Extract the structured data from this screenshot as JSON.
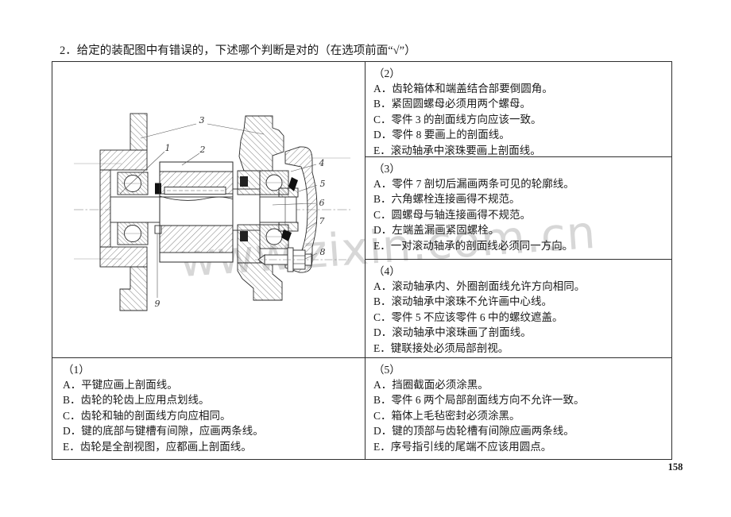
{
  "page": {
    "title": "2．给定的装配图中有错误的，下述哪个判断是对的（在选项前面“√”）",
    "page_number": "158",
    "watermark": "www.zixin.com.cn"
  },
  "figure": {
    "labels": [
      "1",
      "2",
      "3",
      "4",
      "5",
      "6",
      "7",
      "8",
      "9"
    ]
  },
  "questions": {
    "q1": {
      "header": "（1）",
      "options": [
        "A．平键应画上剖面线。",
        "B．齿轮的轮齿上应用点划线。",
        "C．齿轮和轴的剖面线方向应相同。",
        "D．键的底部与键槽有间隙，应画两条线。",
        "E．齿轮是全剖视图，应都画上剖面线。"
      ]
    },
    "q2": {
      "header": "（2）",
      "options": [
        "A．齿轮箱体和端盖结合部要倒圆角。",
        "B．紧固圆螺母必须用两个螺母。",
        "C．零件 3 的剖面线方向应该一致。",
        "D．零件 8 要画上的剖面线。",
        "E．滚动轴承中滚珠要画上剖面线。"
      ]
    },
    "q3": {
      "header": "（3）",
      "options": [
        "A．零件 7 剖切后漏画两条可见的轮廓线。",
        "B．六角螺栓连接画得不规范。",
        "C．圆螺母与轴连接画得不规范。",
        "D．左端盖漏画紧固螺栓。",
        "E．一对滚动轴承的剖面线必须同一方向。"
      ]
    },
    "q4": {
      "header": "（4）",
      "options": [
        "A．滚动轴承内、外圈剖面线允许方向相同。",
        "B．滚动轴承中滚珠不允许画中心线。",
        "C．零件 5 不应该零件 6 中的螺纹遮盖。",
        "D．滚动轴承中滚珠画了剖面线。",
        "E．键联接处必须局部剖视。"
      ]
    },
    "q5": {
      "header": "（5）",
      "options": [
        "A．挡圈截面必须涂黑。",
        "B．零件 6 两个局部剖面线方向不允许一致。",
        "C．箱体上毛毡密封必须涂黑。",
        "D．键的顶部与齿轮槽有间隙应画两条线。",
        "E．序号指引线的尾端不应该用圆点。"
      ]
    }
  }
}
